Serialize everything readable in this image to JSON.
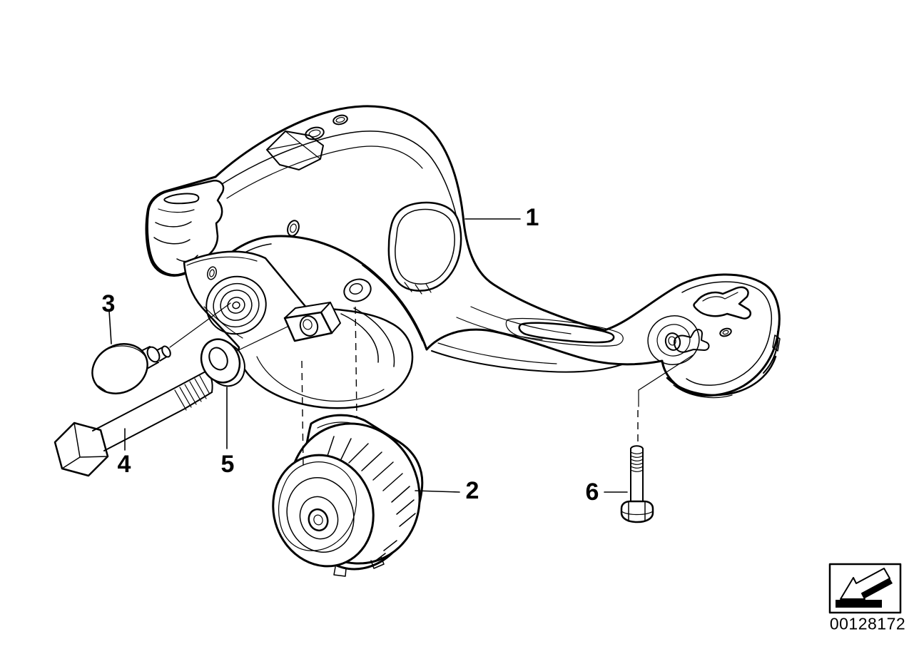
{
  "parts": [
    {
      "label": "1"
    },
    {
      "label": "2"
    },
    {
      "label": "3"
    },
    {
      "label": "4"
    },
    {
      "label": "5"
    },
    {
      "label": "6"
    }
  ],
  "stamp": {
    "number": "00128172",
    "icon": "down-left-arrow-icon"
  },
  "colors": {
    "line": "#000000",
    "background": "#ffffff"
  }
}
